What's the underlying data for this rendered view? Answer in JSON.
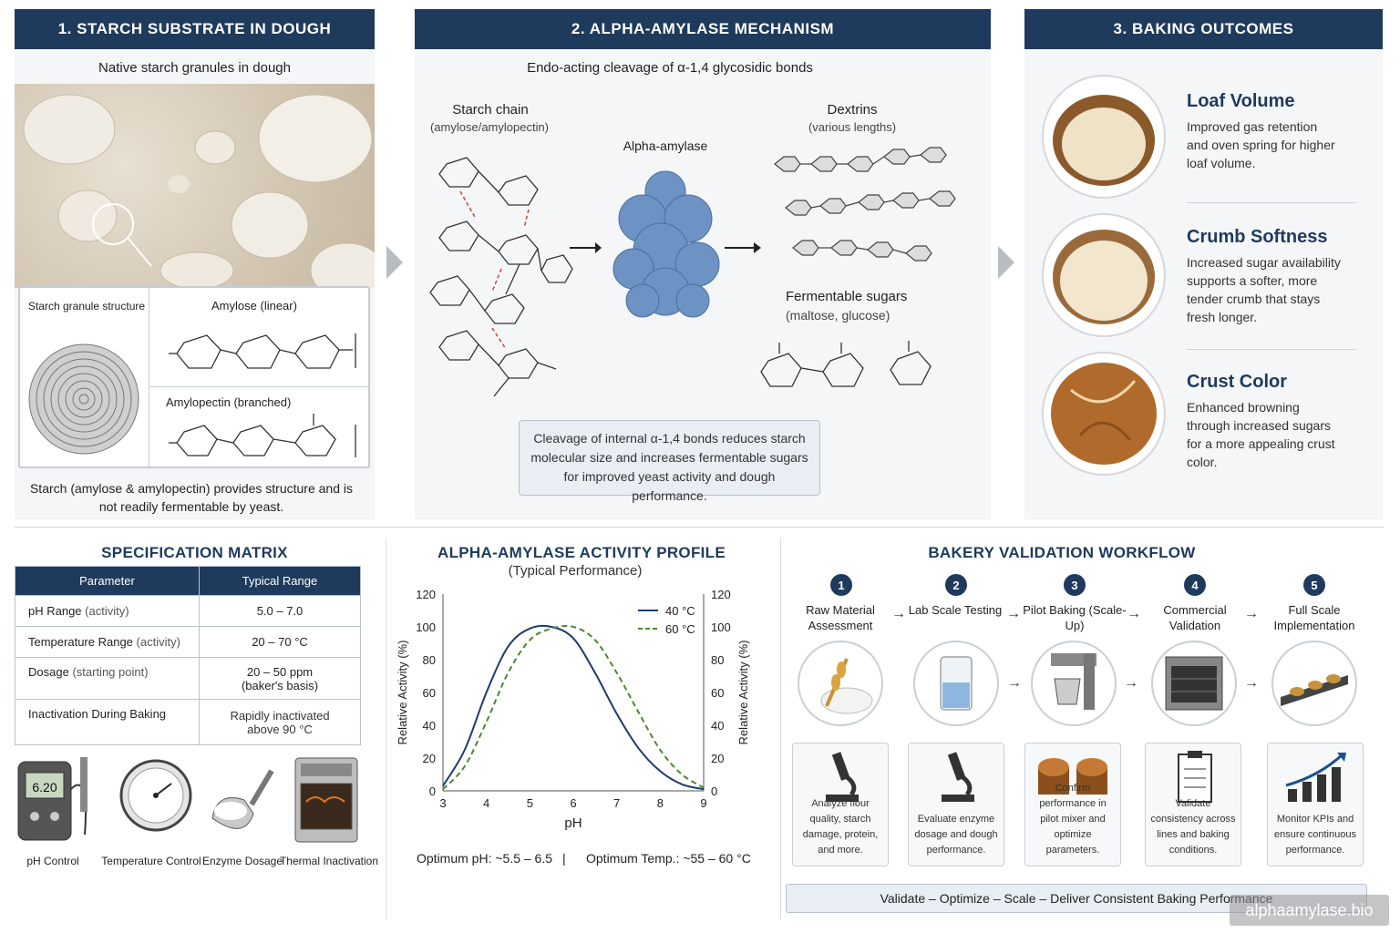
{
  "panel1": {
    "header": "1. STARCH SUBSTRATE IN DOUGH",
    "subtitle": "Native starch granules in dough",
    "granule_label": "Starch granule structure",
    "amylose_label": "Amylose",
    "amylose_suffix": "(linear)",
    "amylopectin_label": "Amylopectin",
    "amylopectin_suffix": "(branched)",
    "caption": "Starch (amylose & amylopectin) provides structure and is not readily fermentable by yeast."
  },
  "panel2": {
    "header": "2. ALPHA-AMYLASE MECHANISM",
    "subtitle": "Endo-acting cleavage of α-1,4 glycosidic bonds",
    "starch_chain": "Starch chain",
    "starch_chain_sub": "(amylose/amylopectin)",
    "enzyme": "Alpha-amylase",
    "dextrins": "Dextrins",
    "dextrins_sub": "(various lengths)",
    "sugars": "Fermentable sugars",
    "sugars_sub": "(maltose, glucose)",
    "note": "Cleavage of internal α-1,4 bonds reduces starch molecular size and increases fermentable sugars for improved yeast activity and dough performance."
  },
  "panel3": {
    "header": "3. BAKING OUTCOMES",
    "outcomes": [
      {
        "title": "Loaf Volume",
        "text": "Improved gas retention and oven spring for higher loaf volume."
      },
      {
        "title": "Crumb Softness",
        "text": "Increased sugar availability supports a softer, more tender crumb that stays fresh longer."
      },
      {
        "title": "Crust Color",
        "text": "Enhanced browning through increased sugars for a more appealing crust color."
      }
    ]
  },
  "spec": {
    "title": "SPECIFICATION MATRIX",
    "headers": [
      "Parameter",
      "Typical Range"
    ],
    "rows": [
      {
        "param": "pH Range",
        "qual": "(activity)",
        "range": "5.0 – 7.0",
        "range2": ""
      },
      {
        "param": "Temperature Range",
        "qual": "(activity)",
        "range": "20 – 70 °C",
        "range2": ""
      },
      {
        "param": "Dosage",
        "qual": "(starting point)",
        "range": "20 – 50 ppm",
        "range2": "(baker's basis)"
      },
      {
        "param": "Inactivation During Baking",
        "qual": "",
        "range": "Rapidly inactivated",
        "range2": "above 90 °C"
      }
    ],
    "icons": [
      {
        "label": "pH Control",
        "display": "6.20"
      },
      {
        "label": "Temperature Control"
      },
      {
        "label": "Enzyme Dosage"
      },
      {
        "label": "Thermal Inactivation"
      }
    ]
  },
  "chart_data": {
    "type": "line",
    "title": "ALPHA-AMYLASE ACTIVITY PROFILE",
    "subtitle": "(Typical Performance)",
    "xlabel": "pH",
    "ylabel": "Relative Activity (%)",
    "ylabel_right": "Relative Activity (%)",
    "xlim": [
      3,
      9
    ],
    "ylim": [
      0,
      120
    ],
    "xticks": [
      3,
      4,
      5,
      6,
      7,
      8,
      9
    ],
    "yticks": [
      0,
      20,
      40,
      60,
      80,
      100,
      120
    ],
    "legend_position": "top-right",
    "series": [
      {
        "name": "40 °C",
        "color": "#1e3a6e",
        "dash": "solid",
        "x": [
          3,
          3.5,
          4,
          4.5,
          5,
          5.5,
          6,
          6.5,
          7,
          7.5,
          8,
          8.5,
          9
        ],
        "y": [
          3,
          25,
          60,
          88,
          99,
          100,
          93,
          72,
          47,
          26,
          12,
          4,
          1
        ]
      },
      {
        "name": "60 °C",
        "color": "#4a8a2a",
        "dash": "dashed",
        "x": [
          3,
          3.5,
          4,
          4.5,
          5,
          5.5,
          6,
          6.5,
          7,
          7.5,
          8,
          8.5,
          9
        ],
        "y": [
          1,
          15,
          42,
          72,
          92,
          99,
          100,
          92,
          72,
          48,
          25,
          10,
          2
        ]
      }
    ],
    "footnote_left": "Optimum pH: ~5.5 – 6.5",
    "footnote_sep": "|",
    "footnote_right": "Optimum Temp.: ~55 – 60 °C"
  },
  "workflow": {
    "title": "BAKERY VALIDATION WORKFLOW",
    "steps": [
      {
        "num": "1",
        "label": "Raw Material Assessment",
        "desc": "Analyze flour quality, starch damage, protein, and more."
      },
      {
        "num": "2",
        "label": "Lab Scale Testing",
        "desc": "Evaluate enzyme dosage and dough performance."
      },
      {
        "num": "3",
        "label": "Pilot Baking (Scale-Up)",
        "desc": "Confirm performance in pilot mixer and optimize parameters."
      },
      {
        "num": "4",
        "label": "Commercial Validation",
        "desc": "Validate consistency across lines and baking conditions."
      },
      {
        "num": "5",
        "label": "Full Scale Implementation",
        "desc": "Monitor KPIs and ensure continuous performance."
      }
    ],
    "banner": "Validate – Optimize – Scale – Deliver Consistent Baking Performance"
  },
  "watermark": "alphaamylase.bio"
}
